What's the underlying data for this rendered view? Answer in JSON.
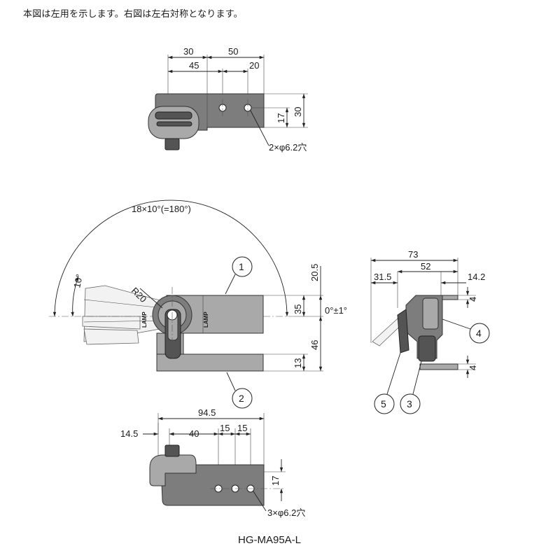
{
  "note": "本図は左用を示します。右図は左右対称となります。",
  "model": "HG-MA95A-L",
  "top_view": {
    "dims": {
      "d30": "30",
      "d50": "50",
      "d45": "45",
      "d20": "20",
      "d17": "17",
      "d30v": "30"
    },
    "holes_label": "2×φ6.2穴"
  },
  "front_view": {
    "arc_label": "18×10°(=180°)",
    "angle_label": "10°",
    "radius_label": "R20",
    "dims": {
      "d20_5": "20.5",
      "d35": "35",
      "d46": "46",
      "d13": "13"
    },
    "tolerance": "0°±1°",
    "callouts": {
      "c1": "1",
      "c2": "2"
    },
    "stamp": "LAMP"
  },
  "side_view": {
    "dims": {
      "d73": "73",
      "d52": "52",
      "d31_5": "31.5",
      "d14_2": "14.2",
      "d4a": "4",
      "d4b": "4"
    },
    "callouts": {
      "c3": "3",
      "c4": "4",
      "c5": "5"
    }
  },
  "bottom_view": {
    "dims": {
      "d94_5": "94.5",
      "d14_5": "14.5",
      "d40": "40",
      "d15a": "15",
      "d15b": "15",
      "d17": "17"
    },
    "holes_label": "3×φ6.2穴"
  }
}
